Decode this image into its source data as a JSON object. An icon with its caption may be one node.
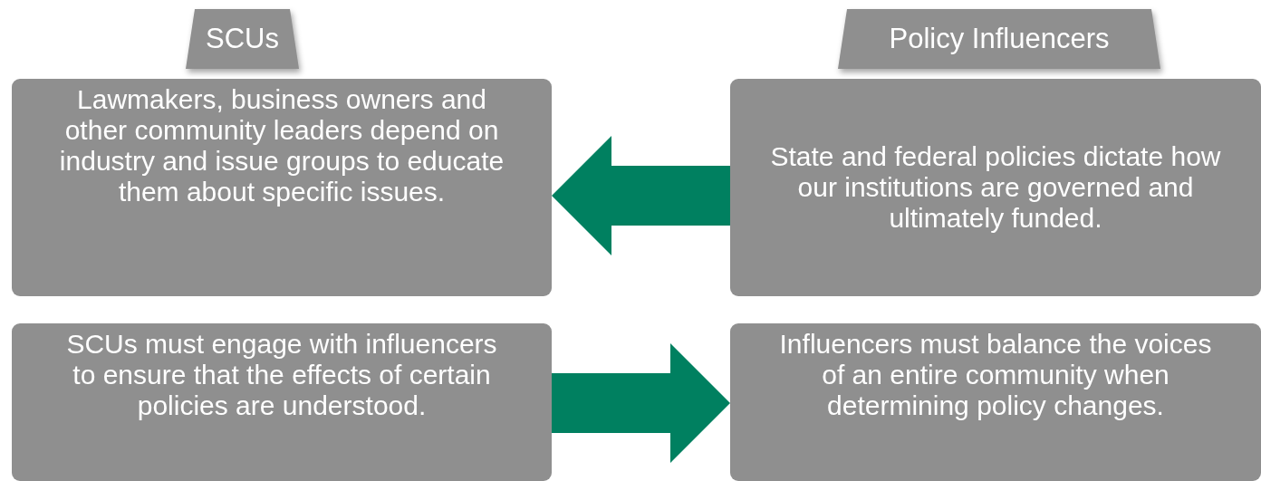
{
  "diagram": {
    "nodes": [
      {
        "text": [
          "SCUs"
        ]
      },
      {
        "text": [
          "Policy Influencers"
        ]
      },
      {
        "text": [
          "Lawmakers, business owners and other community leaders depend on industry and issue groups to educate them about specific issues."
        ]
      },
      {
        "text": [
          "State and federal policies dictate how our institutions are governed and ultimately funded."
        ]
      },
      {
        "text": [
          "SCUs must engage with influencers to ensure that the effects of certain policies are understood."
        ]
      },
      {
        "text": [
          "Influencers must balance the voices of an entire community when determining policy changes."
        ]
      }
    ],
    "edges": [
      {
        "from": 3,
        "to": 2,
        "arrow": "to"
      },
      {
        "from": 4,
        "to": 5,
        "arrow": "to"
      }
    ]
  }
}
